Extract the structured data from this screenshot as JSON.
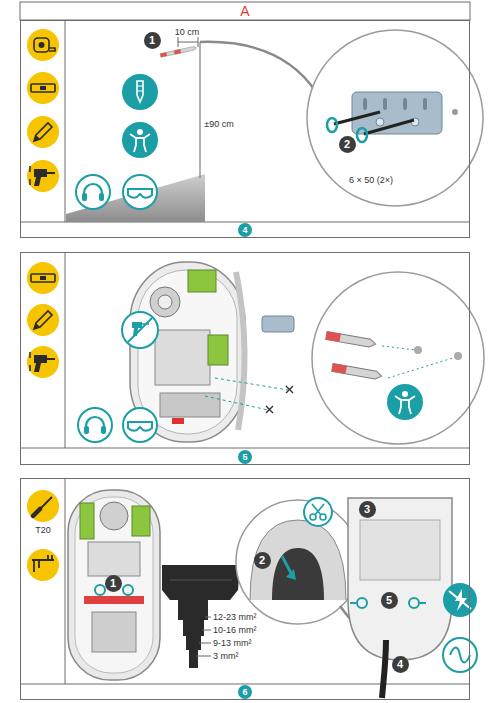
{
  "diagram": {
    "title": "A",
    "nodes": [
      {
        "text": [
          "4"
        ]
      },
      {
        "text": [
          "1"
        ],
        "in": 0
      },
      {
        "text": [
          "2"
        ],
        "in": 0
      },
      {
        "text": [
          "5"
        ]
      },
      {
        "text": [
          "6"
        ]
      },
      {
        "text": [
          "1"
        ],
        "in": 4
      },
      {
        "text": [
          "2"
        ],
        "in": 4
      },
      {
        "text": [
          "3"
        ],
        "in": 4
      },
      {
        "text": [
          "4"
        ],
        "in": 4
      },
      {
        "text": [
          "5"
        ],
        "in": 4
      }
    ],
    "labels": [
      "10 cm",
      "±90 cm",
      "6 × 50 (2×)",
      "T20",
      "12-23 mm²",
      "10-16 mm²",
      "9-13 mm²",
      "3 mm²"
    ]
  }
}
